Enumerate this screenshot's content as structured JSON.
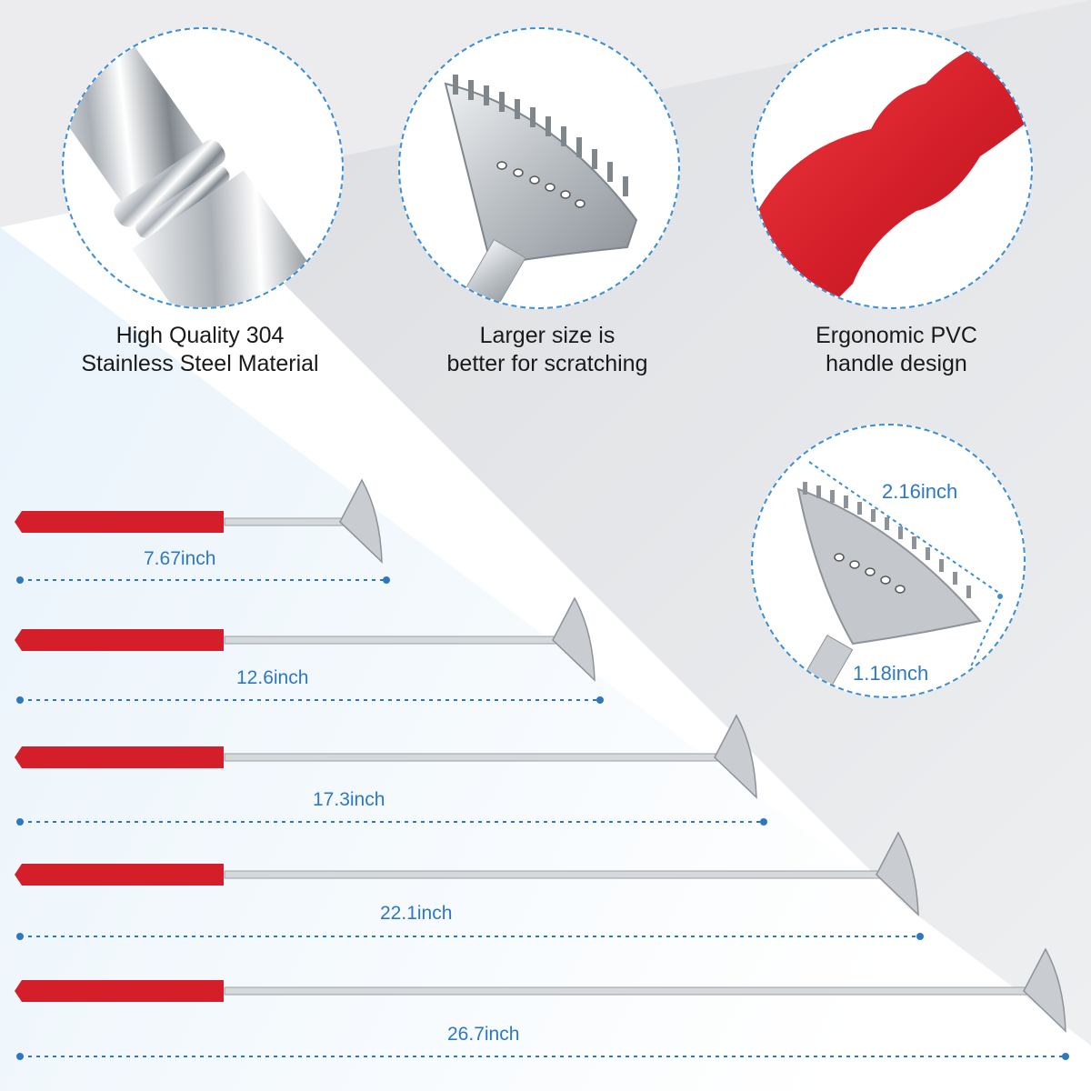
{
  "features": [
    {
      "caption_line1": "High Quality 304",
      "caption_line2": "Stainless Steel Material",
      "icon": "steel-tube-icon"
    },
    {
      "caption_line1": "Larger size is",
      "caption_line2": "better for scratching",
      "icon": "scratcher-head-icon"
    },
    {
      "caption_line1": "Ergonomic PVC",
      "caption_line2": "handle design",
      "icon": "red-handle-icon"
    }
  ],
  "head_dimensions": {
    "width": "2.16inch",
    "height": "1.18inch"
  },
  "lengths": [
    "7.67inch",
    "12.6inch",
    "17.3inch",
    "22.1inch",
    "26.7inch"
  ],
  "colors": {
    "accent": "#2e78c0",
    "handle": "#d41f2a",
    "steel": "#c9ccd0"
  }
}
